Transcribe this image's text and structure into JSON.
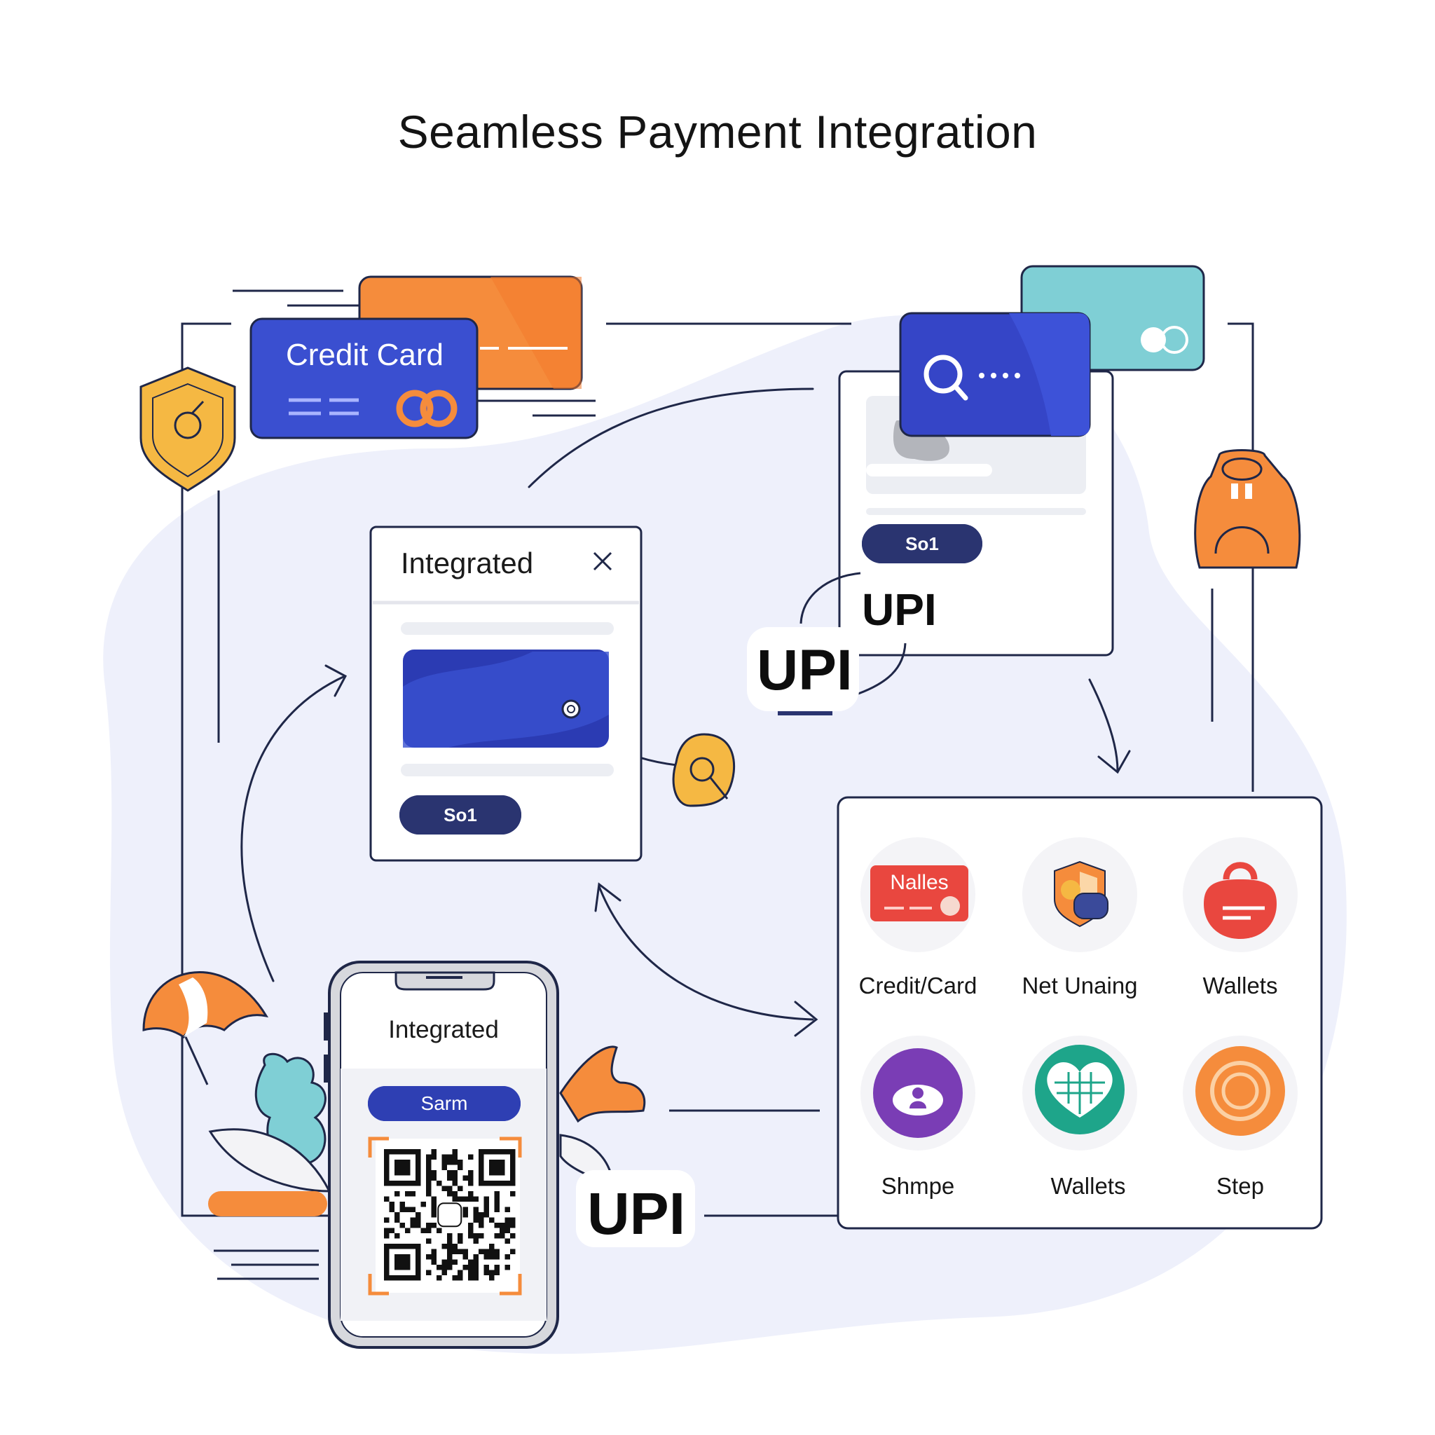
{
  "title": "Seamless Payment Integration",
  "credit_card": {
    "label": "Credit Card"
  },
  "integrated_panel": {
    "title": "Integrated",
    "button": "So1"
  },
  "search_panel": {
    "button": "So1"
  },
  "upi_labels": {
    "panel": "UPI",
    "badge": "UPI",
    "phone": "UPI"
  },
  "phone": {
    "title": "Integrated",
    "scan_button": "Sarm"
  },
  "payment_methods": [
    {
      "label": "Credit/Card",
      "icon": "card-icon",
      "icon_text": "Nalles"
    },
    {
      "label": "Net Unaing",
      "icon": "shield-icon"
    },
    {
      "label": "Wallets",
      "icon": "wallet-icon"
    },
    {
      "label": "Shmpe",
      "icon": "person-icon"
    },
    {
      "label": "Wallets",
      "icon": "heart-grid-icon"
    },
    {
      "label": "Step",
      "icon": "ring-icon"
    }
  ],
  "colors": {
    "blue": "#3a4fd0",
    "navy": "#2a3470",
    "orange": "#f58c3c",
    "teal": "#7fcfd5",
    "blob": "#eef0fb",
    "line": "#1f2748"
  }
}
